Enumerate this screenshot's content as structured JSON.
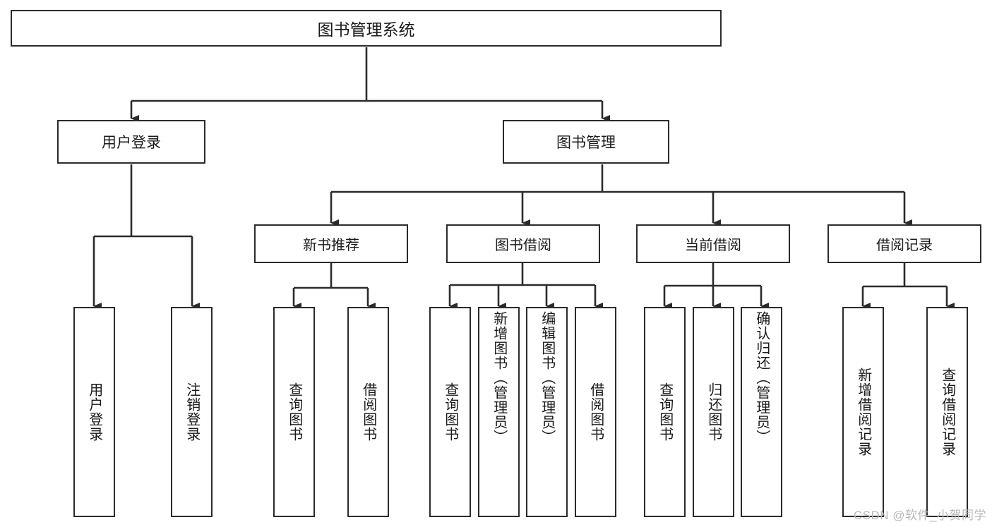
{
  "diagram": {
    "title": "图书管理系统",
    "watermark": "CSDN @软件_小贺同学",
    "level2": [
      {
        "id": "user-login",
        "label": "用户登录"
      },
      {
        "id": "book-manage",
        "label": "图书管理"
      }
    ],
    "level3": [
      {
        "id": "new-book-recommend",
        "label": "新书推荐"
      },
      {
        "id": "book-borrow",
        "label": "图书借阅"
      },
      {
        "id": "current-borrow",
        "label": "当前借阅"
      },
      {
        "id": "borrow-record",
        "label": "借阅记录"
      }
    ],
    "leaves": [
      {
        "id": "leaf-user-login",
        "label": "用户登录",
        "align": "center"
      },
      {
        "id": "leaf-logout",
        "label": "注销登录",
        "align": "center"
      },
      {
        "id": "leaf-query-book-1",
        "label": "查询图书",
        "align": "center"
      },
      {
        "id": "leaf-borrow-book-1",
        "label": "借阅图书",
        "align": "center"
      },
      {
        "id": "leaf-query-book-2",
        "label": "查询图书",
        "align": "center"
      },
      {
        "id": "leaf-add-book",
        "label": "新增图书（管理员）",
        "align": "top"
      },
      {
        "id": "leaf-edit-book",
        "label": "编辑图书（管理员）",
        "align": "top"
      },
      {
        "id": "leaf-borrow-book-2",
        "label": "借阅图书",
        "align": "center"
      },
      {
        "id": "leaf-query-book-3",
        "label": "查询图书",
        "align": "center"
      },
      {
        "id": "leaf-return-book",
        "label": "归还图书",
        "align": "center"
      },
      {
        "id": "leaf-confirm-return",
        "label": "确认归还（管理员）",
        "align": "top"
      },
      {
        "id": "leaf-add-record",
        "label": "新增借阅记录",
        "align": "center"
      },
      {
        "id": "leaf-query-record",
        "label": "查询借阅记录",
        "align": "center"
      }
    ],
    "colors": {
      "stroke": "#2b2b2b",
      "text": "#1a1a1a",
      "background": "#ffffff",
      "watermark": "#b9b9b9"
    }
  }
}
